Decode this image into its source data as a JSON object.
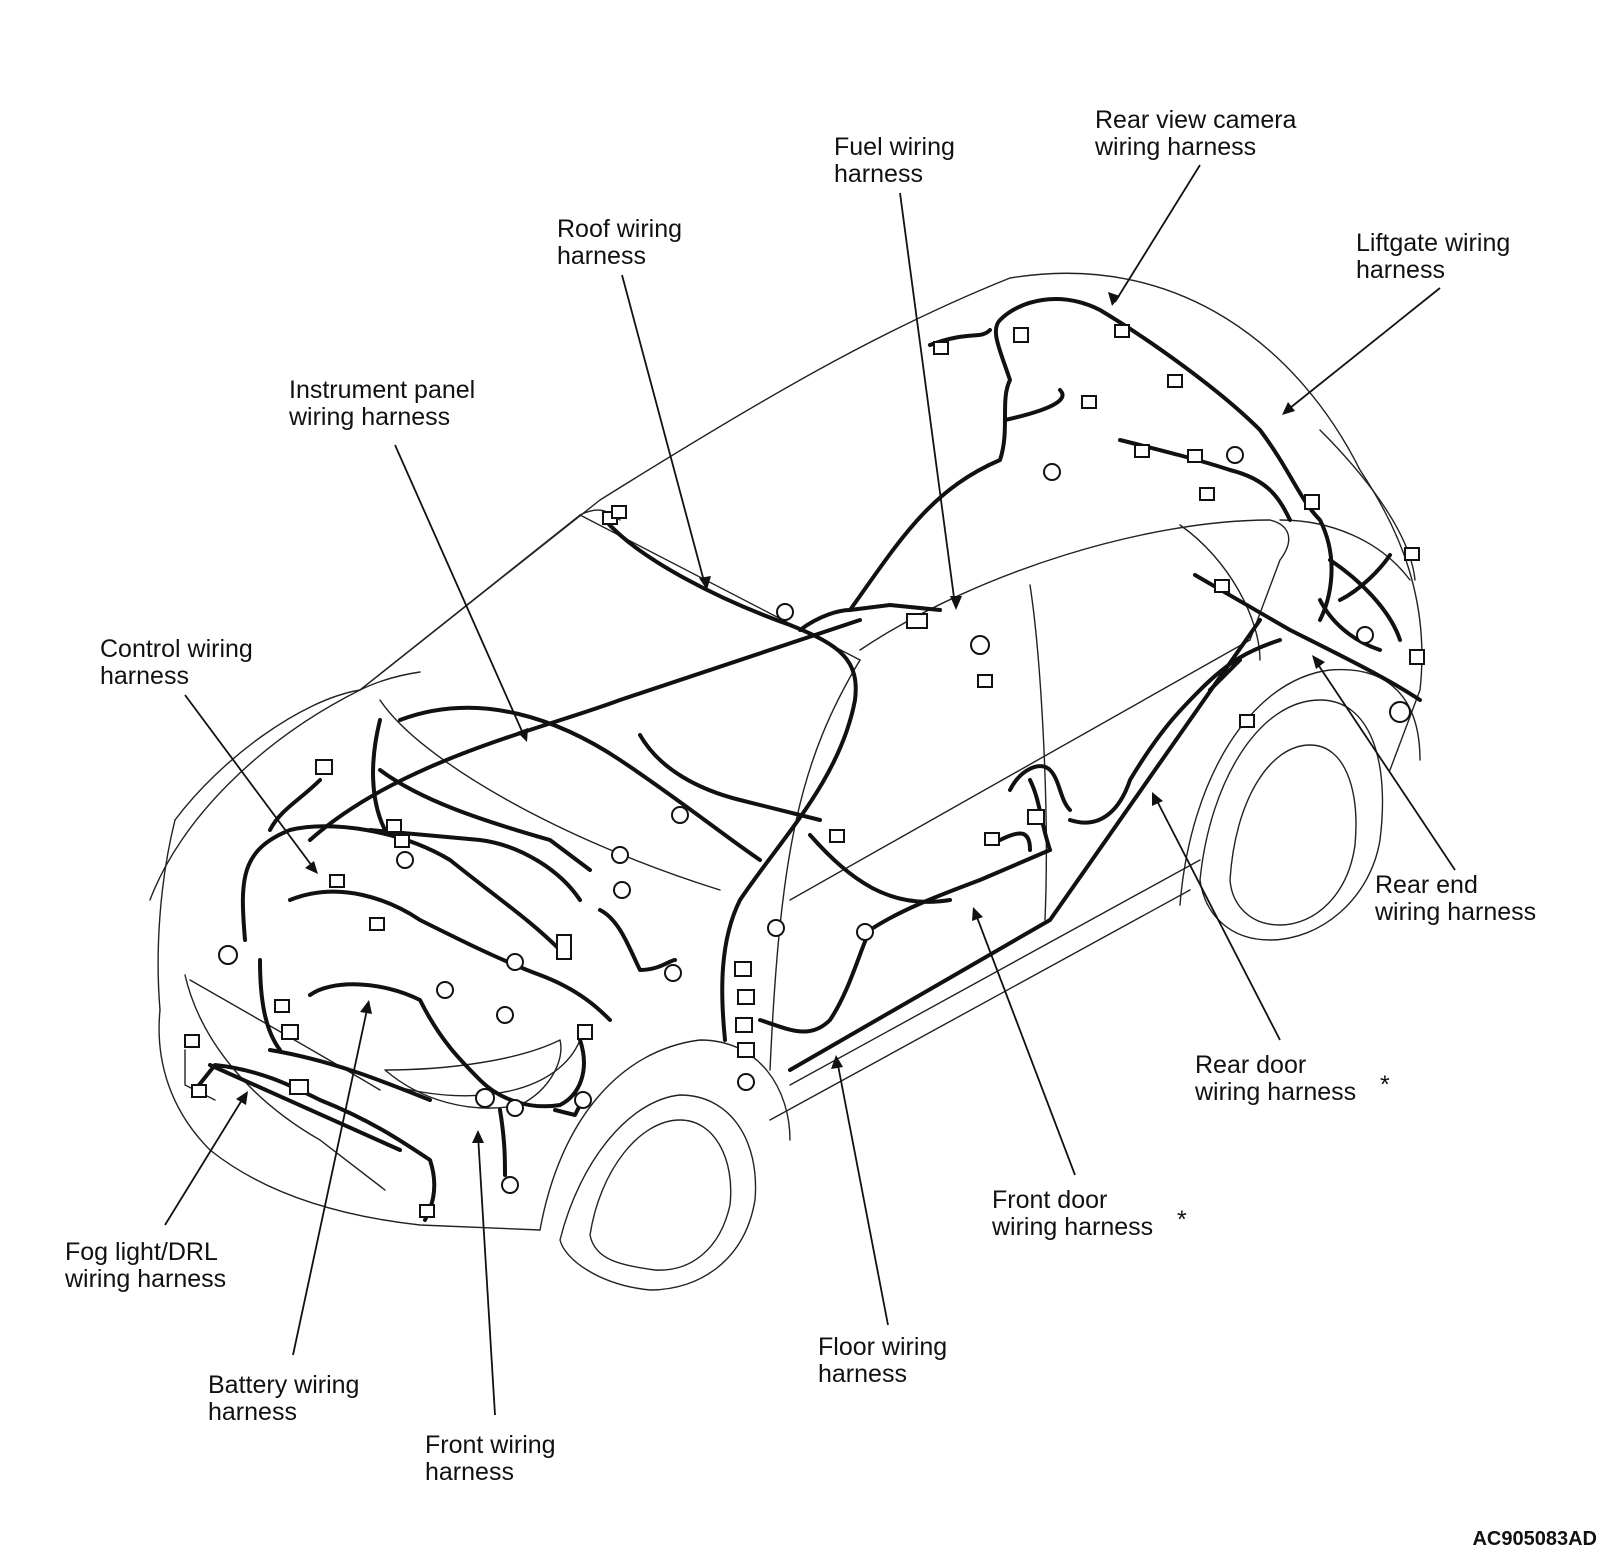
{
  "figure_id": "AC905083AD",
  "labels": {
    "rear_view_camera": [
      "Rear view camera",
      "wiring harness"
    ],
    "fuel": [
      "Fuel wiring",
      "harness"
    ],
    "liftgate": [
      "Liftgate wiring",
      "harness"
    ],
    "roof": [
      "Roof wiring",
      "harness"
    ],
    "instrument_panel": [
      "Instrument panel",
      "wiring harness"
    ],
    "control": [
      "Control wiring",
      "harness"
    ],
    "rear_end": [
      "Rear end",
      "wiring harness"
    ],
    "rear_door": [
      "Rear door",
      "wiring harness",
      "*"
    ],
    "front_door": [
      "Front door",
      "wiring harness",
      "*"
    ],
    "fog_light_drl": [
      "Fog light/DRL",
      "wiring harness"
    ],
    "battery": [
      "Battery wiring",
      "harness"
    ],
    "front": [
      "Front wiring",
      "harness"
    ],
    "floor": [
      "Floor wiring",
      "harness"
    ]
  }
}
